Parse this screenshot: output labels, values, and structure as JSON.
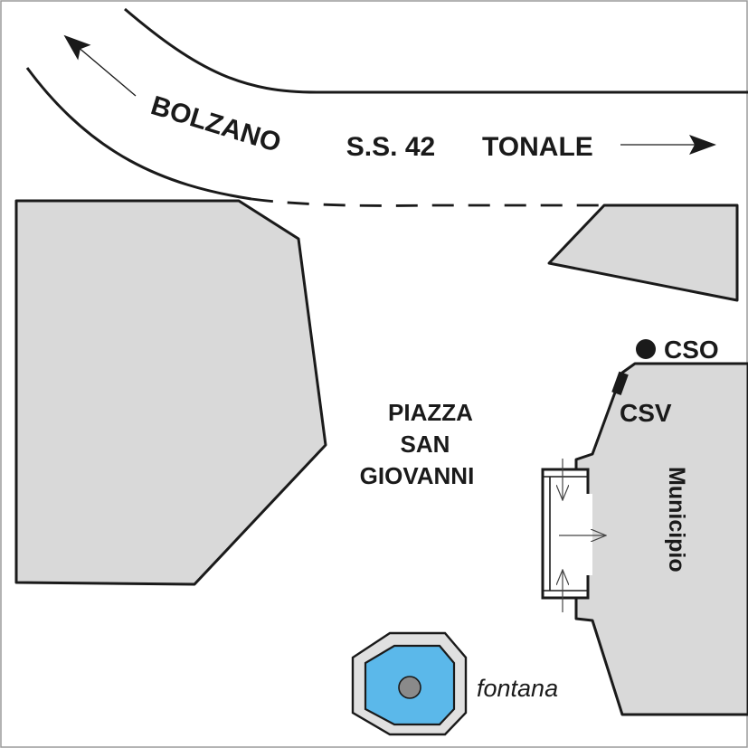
{
  "labels": {
    "road_west": "BOLZANO",
    "road_name": "S.S. 42",
    "road_east": "TONALE",
    "square_line1": "PIAZZA",
    "square_line2": "SAN",
    "square_line3": "GIOVANNI",
    "cso": "CSO",
    "csv": "CSV",
    "municipio": "Municipio",
    "fontana": "fontana"
  },
  "colors": {
    "building_fill": "#d9d9d9",
    "line": "#1a1a1a",
    "water": "#5bb8ea",
    "basin_rim": "#e0e0e0",
    "fountain_center": "#8a8a8a"
  },
  "icons": {
    "cso_marker": "filled-circle",
    "csv_marker": "filled-square",
    "direction": "arrow"
  }
}
